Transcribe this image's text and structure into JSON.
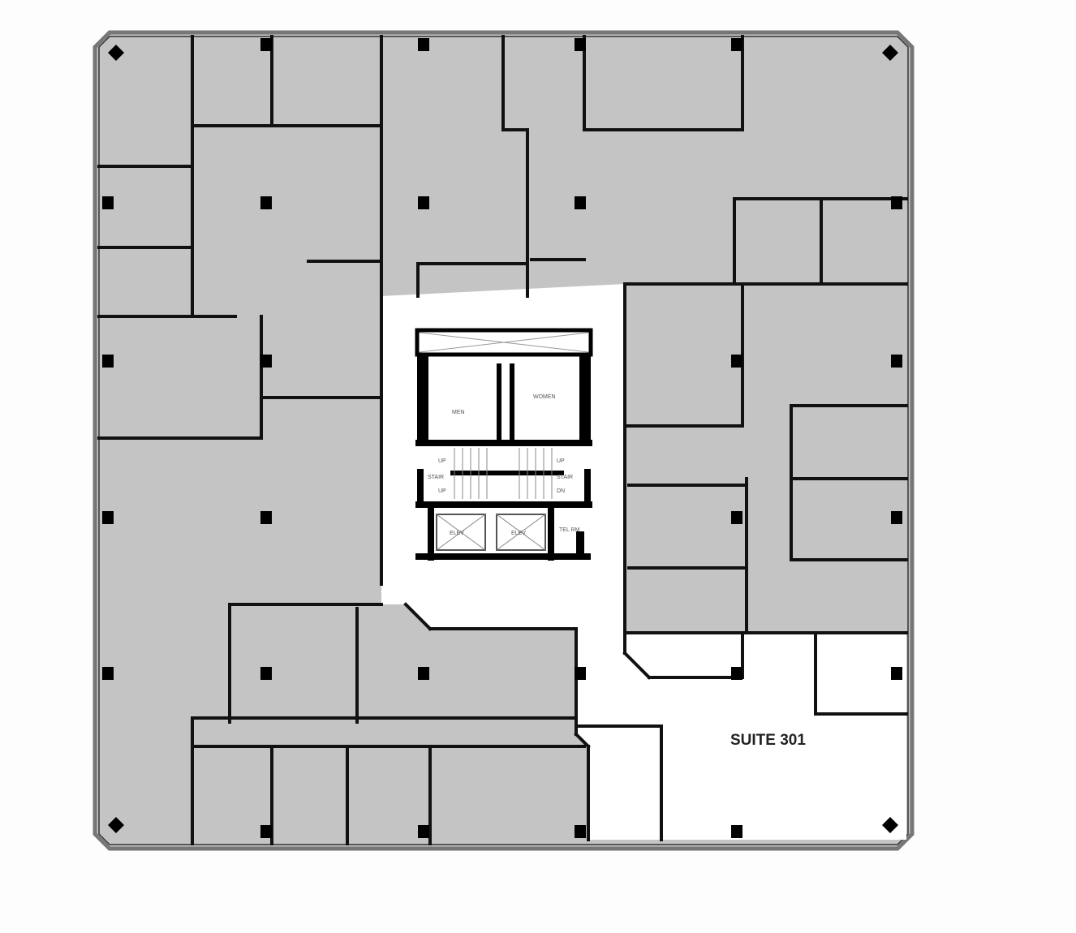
{
  "plan": {
    "suite_label": "SUITE 301",
    "colors": {
      "leased": "#c4c4c4",
      "available": "#ffffff",
      "walls": "#111111",
      "background": "#fdfdfd"
    },
    "core_labels": {
      "men": "MEN",
      "women": "WOMEN",
      "stair_left": "STAIR",
      "stair_right": "STAIR",
      "up_1": "UP",
      "up_2": "UP",
      "up_3": "UP",
      "dn": "DN",
      "elev_1": "ELEV",
      "elev_2": "ELEV",
      "tel_rm": "TEL RM"
    }
  }
}
